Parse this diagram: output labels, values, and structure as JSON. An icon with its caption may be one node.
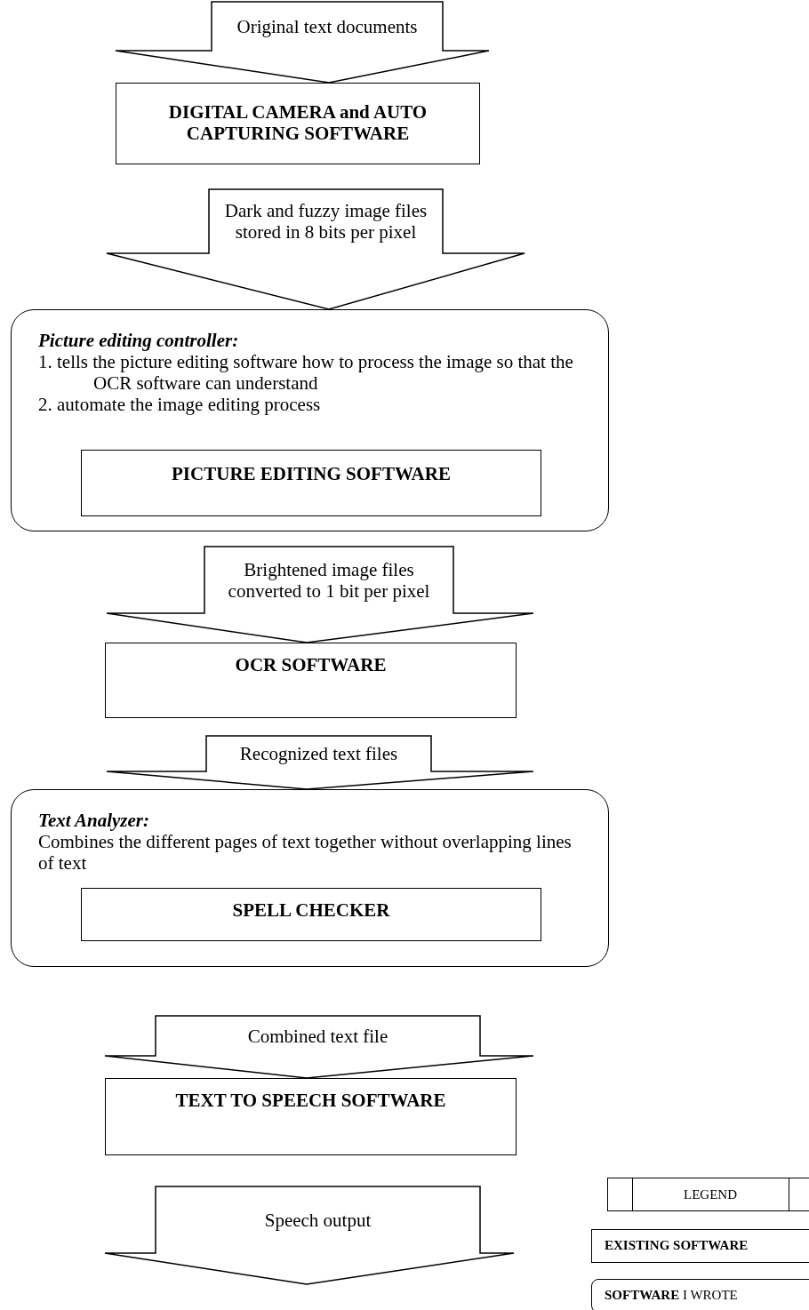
{
  "diagram": {
    "nodes": [
      {
        "text": [
          "DIGITAL CAMERA and AUTO CAPTURING SOFTWARE"
        ]
      },
      {
        "text": [
          "Picture editing controller:",
          "1. tells the picture editing software how to process the image so that the OCR software can understand",
          "2. automate the image editing process"
        ]
      },
      {
        "text": [
          "PICTURE EDITING SOFTWARE"
        ],
        "in": 1
      },
      {
        "text": [
          "OCR SOFTWARE"
        ]
      },
      {
        "text": [
          "Text Analyzer:",
          "Combines the different pages of text together without overlapping lines of text"
        ]
      },
      {
        "text": [
          "SPELL CHECKER"
        ],
        "in": 4
      },
      {
        "text": [
          "TEXT TO SPEECH SOFTWARE"
        ]
      }
    ],
    "edges": [
      {
        "from": null,
        "to": 0,
        "arrow": "to",
        "label": "Original text documents"
      },
      {
        "from": 0,
        "to": 1,
        "arrow": "to",
        "label": "Dark and fuzzy image files stored in 8 bits per pixel"
      },
      {
        "from": 1,
        "to": 3,
        "arrow": "to",
        "label": "Brightened image files converted to 1 bit per pixel"
      },
      {
        "from": 3,
        "to": 4,
        "arrow": "to",
        "label": "Recognized text files"
      },
      {
        "from": 4,
        "to": 6,
        "arrow": "to",
        "label": "Combined text file"
      },
      {
        "from": 6,
        "to": null,
        "arrow": "to",
        "label": "Speech output"
      }
    ],
    "labels": [
      "LEGEND"
    ],
    "legend": [
      {
        "text": "EXISTING SOFTWARE"
      },
      {
        "text": "**SOFTWARE** I WROTE"
      }
    ]
  }
}
